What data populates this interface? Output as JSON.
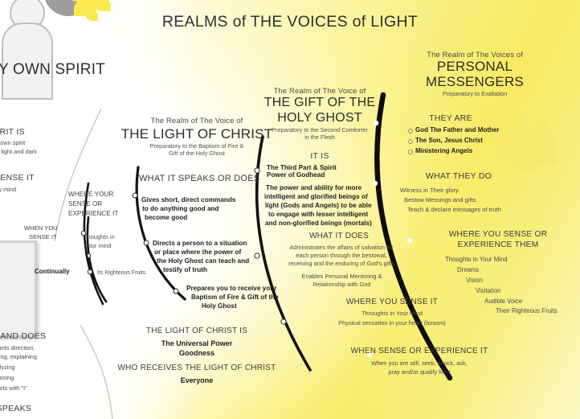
{
  "doc": {
    "title": "REALMS of THE VOICES of LIGHT",
    "accent_yellow": "#f8ea63",
    "ink": "#2f2f2f"
  },
  "col_own_spirit": {
    "heading": "MY OWN SPIRIT",
    "sect1_head": "SPIRIT IS",
    "sect1_l1": "of my own spirit",
    "sect1_l2": "oices of light and dark",
    "sect2_head": "LL SENSE IT",
    "sect2_l1": "n my mind",
    "when_head_l1": "WHEN YOU",
    "when_head_l2": "SENSE IT",
    "when_val": "Continually",
    "where_head_l1": "WHERE YOUR",
    "where_head_l2": "SENSE OR",
    "where_head_l3": "EXPERIENCE IT",
    "where_val_l1": "Thoughts in",
    "where_val_l2": "your mind",
    "fruits": "Its Righteous Fruits",
    "speaks_head": "AKS AND DOES",
    "speaks_l1": "ons--Wants direction,",
    "speaks_l2": "derstanding, explaining",
    "speaks_l3": "tly analyzing",
    "speaks_l4": "s choosing",
    "speaks_l5": "ally starts with \"I\"",
    "bottom_head": "T SPEAKS"
  },
  "col_light_of_christ": {
    "realm_pre": "The Realm of The Voice of",
    "realm_main": "THE LIGHT OF CHRIST",
    "realm_sub_l1": "Preparatory to the Baptism of Fire &",
    "realm_sub_l2": "Gift of the Holy Ghost",
    "what_head": "WHAT IT SPEAKS OR DOES",
    "item1_l1": "Gives short, direct commands",
    "item1_l2": "to do anything good and",
    "item1_l3": "become good",
    "item2_l1": "Directs a person to a situation",
    "item2_l2": "or place where the power of",
    "item2_l3": "the Holy Ghost can teach and",
    "item2_l4": "testify of truth",
    "item3_l1": "Prepares you to receive your",
    "item3_l2": "Baptism of Fire & Gift of the",
    "item3_l3": "Holy Ghost",
    "is_head": "THE LIGHT OF CHRIST IS",
    "is_val_l1": "The Universal Power",
    "is_val_l2": "Goodness",
    "who_head": "WHO RECEIVES THE LIGHT OF CHRIST",
    "who_val": "Everyone"
  },
  "col_holy_ghost": {
    "realm_pre": "The Realm of The Voice of",
    "realm_main_l1": "THE GIFT OF THE",
    "realm_main_l2": "HOLY GHOST",
    "realm_sub_l1": "Preparatory to the Second Comforter",
    "realm_sub_l2": "in the Flesh",
    "it_is_head": "IT IS",
    "it_is_l1": "The Third Part & Spirit",
    "it_is_l2": "Power of Godhead",
    "it_is_p2_l1": "The power and ability for more",
    "it_is_p2_l2": "intelligent and glorified beings of",
    "it_is_p2_l3": "light (Gods and Angels) to be able",
    "it_is_p2_l4": "to engage with lesser intelligent",
    "it_is_p2_l5": "and non-glorified beings (mortals)",
    "does_head": "WHAT IT DOES",
    "does_l1": "Administrates the affairs of salvation for",
    "does_l2": "each person through the bestowal,",
    "does_l3": "receiving and the enduring of God's gifts",
    "does_l4": "Enables Personal Mentoring &",
    "does_l5": "Relationship with God",
    "where_head": "WHERE YOU SENSE IT",
    "where_l1": "Throughts in Your Mind",
    "where_l2": "Physical sensation in your heart (bosom)",
    "when_head": "WHEN SENSE OR EXPERIENCE IT",
    "when_l1": "When you are still, seek, knock, ask,",
    "when_l2": "pray and/or qualify for it"
  },
  "col_messengers": {
    "realm_pre": "The Realm of The Voices of",
    "realm_main_l1": "PERSONAL",
    "realm_main_l2": "MESSENGERS",
    "realm_sub": "Preparatory to Exaltation",
    "they_are_head": "THEY ARE",
    "they_are": [
      "God The Father and Mother",
      "The Son, Jesus Christ",
      "Ministering Angels"
    ],
    "do_head": "WHAT THEY DO",
    "do_l1": "Witness in Their glory",
    "do_l2": "Bestow blessings and gifts",
    "do_l3": "Teach & declare messages of truth",
    "where_head_l1": "WHERE YOU SENSE OR",
    "where_head_l2": "EXPERIENCE THEM",
    "where": [
      "Thoughts in Your Mind",
      "Dreams",
      "Vision",
      "Visitation",
      "Audible Voice",
      "Their Righteous Fruits"
    ]
  }
}
